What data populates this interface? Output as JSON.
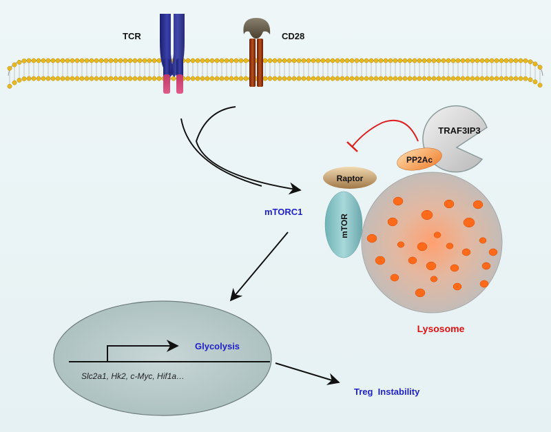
{
  "membrane": {
    "tcr_label": "TCR",
    "cd28_label": "CD28"
  },
  "complex": {
    "mtorc1_label": "mTORC1",
    "raptor_label": "Raptor",
    "mtor_label": "mTOR",
    "pp2ac_label": "PP2Ac",
    "traf3ip3_label": "TRAF3IP3",
    "lysosome_label": "Lysosome"
  },
  "nucleus": {
    "glycolysis_label": "Glycolysis",
    "genes_label": "Slc2a1, Hk2, c-Myc, Hif1a…"
  },
  "outcome": {
    "label": "Treg  Instability"
  },
  "colors": {
    "blue_text": "#1f1fc8",
    "red_text": "#e01010",
    "inhibition": "#e02020",
    "tcr_blue": "#2a2f8a",
    "cd28_brown": "#8b2d0c",
    "lipid_gold": "#e8b820",
    "lysosome_grey": "#c8c8c8",
    "granule_orange": "#ff6a1a"
  }
}
